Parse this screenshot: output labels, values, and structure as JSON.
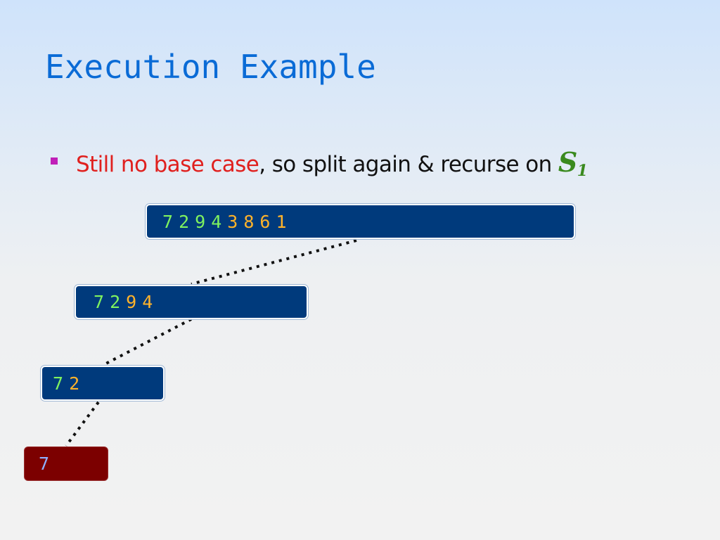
{
  "title": "Execution Example",
  "bullet": {
    "highlight": "Still no base case",
    "rest": ", so split again & recurse on ",
    "symbol": "S",
    "subscript": "1"
  },
  "tree": {
    "level0": {
      "green": [
        "7",
        "2",
        "9",
        "4"
      ],
      "orange": [
        "3",
        "8",
        "6",
        "1"
      ]
    },
    "level1": {
      "green": [
        "7",
        "2"
      ],
      "orange": [
        "9",
        "4"
      ]
    },
    "level2": {
      "green": [
        "7"
      ],
      "orange": [
        "2"
      ]
    },
    "level3": {
      "value": "7"
    }
  },
  "colors": {
    "title": "#0a6bd6",
    "highlight": "#e0201e",
    "symbol": "#3a8a1e",
    "box_fill": "#003a7c",
    "base_case_fill": "#7c0000",
    "first_half_digits": "#7ff25f",
    "second_half_digits": "#ffb32a",
    "base_case_digit": "#8fb0ff"
  }
}
